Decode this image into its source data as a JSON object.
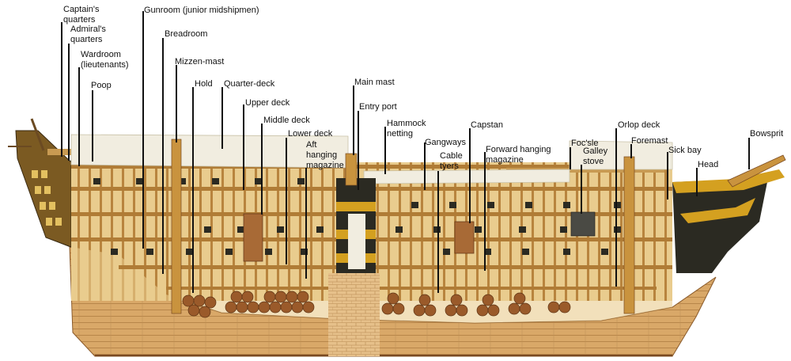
{
  "labels": {
    "captains_quarters": "Captain's\nquarters",
    "admirals_quarters": "Admiral's\nquarters",
    "wardroom": "Wardroom\n(lieutenants)",
    "poop": "Poop",
    "gunroom": "Gunroom (junior midshipmen)",
    "breadroom": "Breadroom",
    "mizzen_mast": "Mizzen-mast",
    "hold": "Hold",
    "quarter_deck": "Quarter-deck",
    "upper_deck": "Upper deck",
    "middle_deck": "Middle deck",
    "lower_deck": "Lower deck",
    "aft_hanging_magazine": "Aft\nhanging\nmagazine",
    "main_mast": "Main mast",
    "entry_port": "Entry port",
    "hammock_netting": "Hammock\nnetting",
    "gangways": "Gangways",
    "capstan": "Capstan",
    "cable_tyers": "Cable\ntyers",
    "forward_hanging_magazine": "Forward hanging\nmagazine",
    "focsle": "Foc'sle",
    "galley_stove": "Galley\nstove",
    "orlop_deck": "Orlop deck",
    "foremast": "Foremast",
    "sick_bay": "Sick bay",
    "head": "Head",
    "bowsprit": "Bowsprit"
  },
  "colors": {
    "hull_lower": "#d9a868",
    "hull_upper": "#2b2a22",
    "deck_wood": "#c79a52",
    "interior": "#e9cc8e",
    "yellow_band": "#d4a020",
    "casks": "#9a5a2a"
  }
}
